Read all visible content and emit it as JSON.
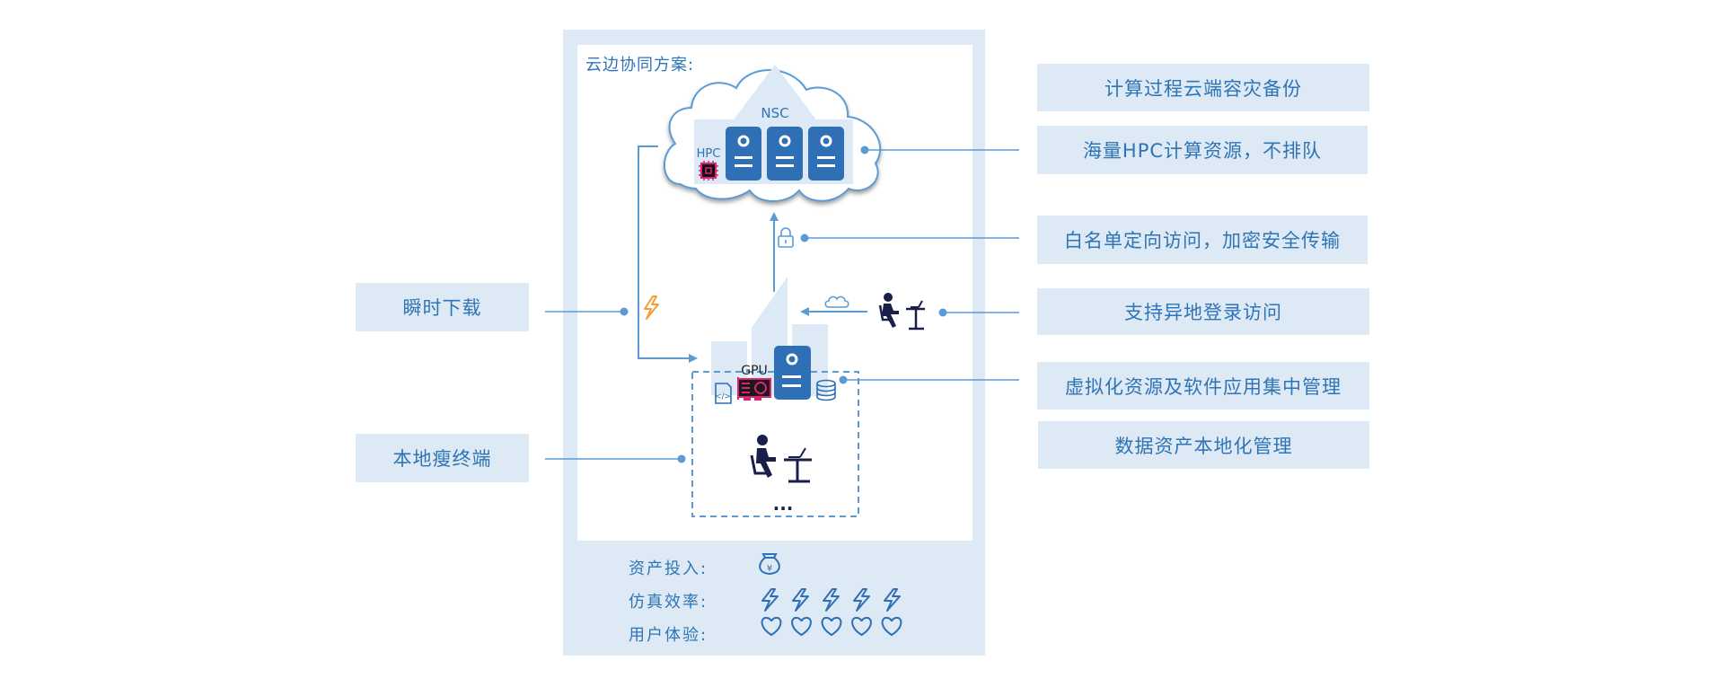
{
  "panel": {
    "title": "云边协同方案:",
    "cloud_label": "NSC",
    "hpc_label": "HPC",
    "gpu_label": "GPU",
    "ellipsis": "..."
  },
  "left_labels": [
    {
      "text": "瞬时下载"
    },
    {
      "text": "本地瘦终端"
    }
  ],
  "right_labels": [
    {
      "text": "计算过程云端容灾备份"
    },
    {
      "text": "海量HPC计算资源，不排队"
    },
    {
      "text": "白名单定向访问，加密安全传输"
    },
    {
      "text": "支持异地登录访问"
    },
    {
      "text": "虚拟化资源及软件应用集中管理"
    },
    {
      "text": "数据资产本地化管理"
    }
  ],
  "metrics": [
    {
      "label": "资产投入:",
      "icon": "money-bag-icon",
      "count": 1
    },
    {
      "label": "仿真效率:",
      "icon": "lightning-icon",
      "count": 5
    },
    {
      "label": "用户体验:",
      "icon": "heart-icon",
      "count": 5
    }
  ],
  "colors": {
    "accent": "#2f74b5",
    "line": "#5b9bd5",
    "panel_bg": "#dde9f5",
    "server": "#2e6fb5",
    "gpu": "#e0217a",
    "lightning": "#f0a030",
    "person": "#1a1f4a"
  }
}
